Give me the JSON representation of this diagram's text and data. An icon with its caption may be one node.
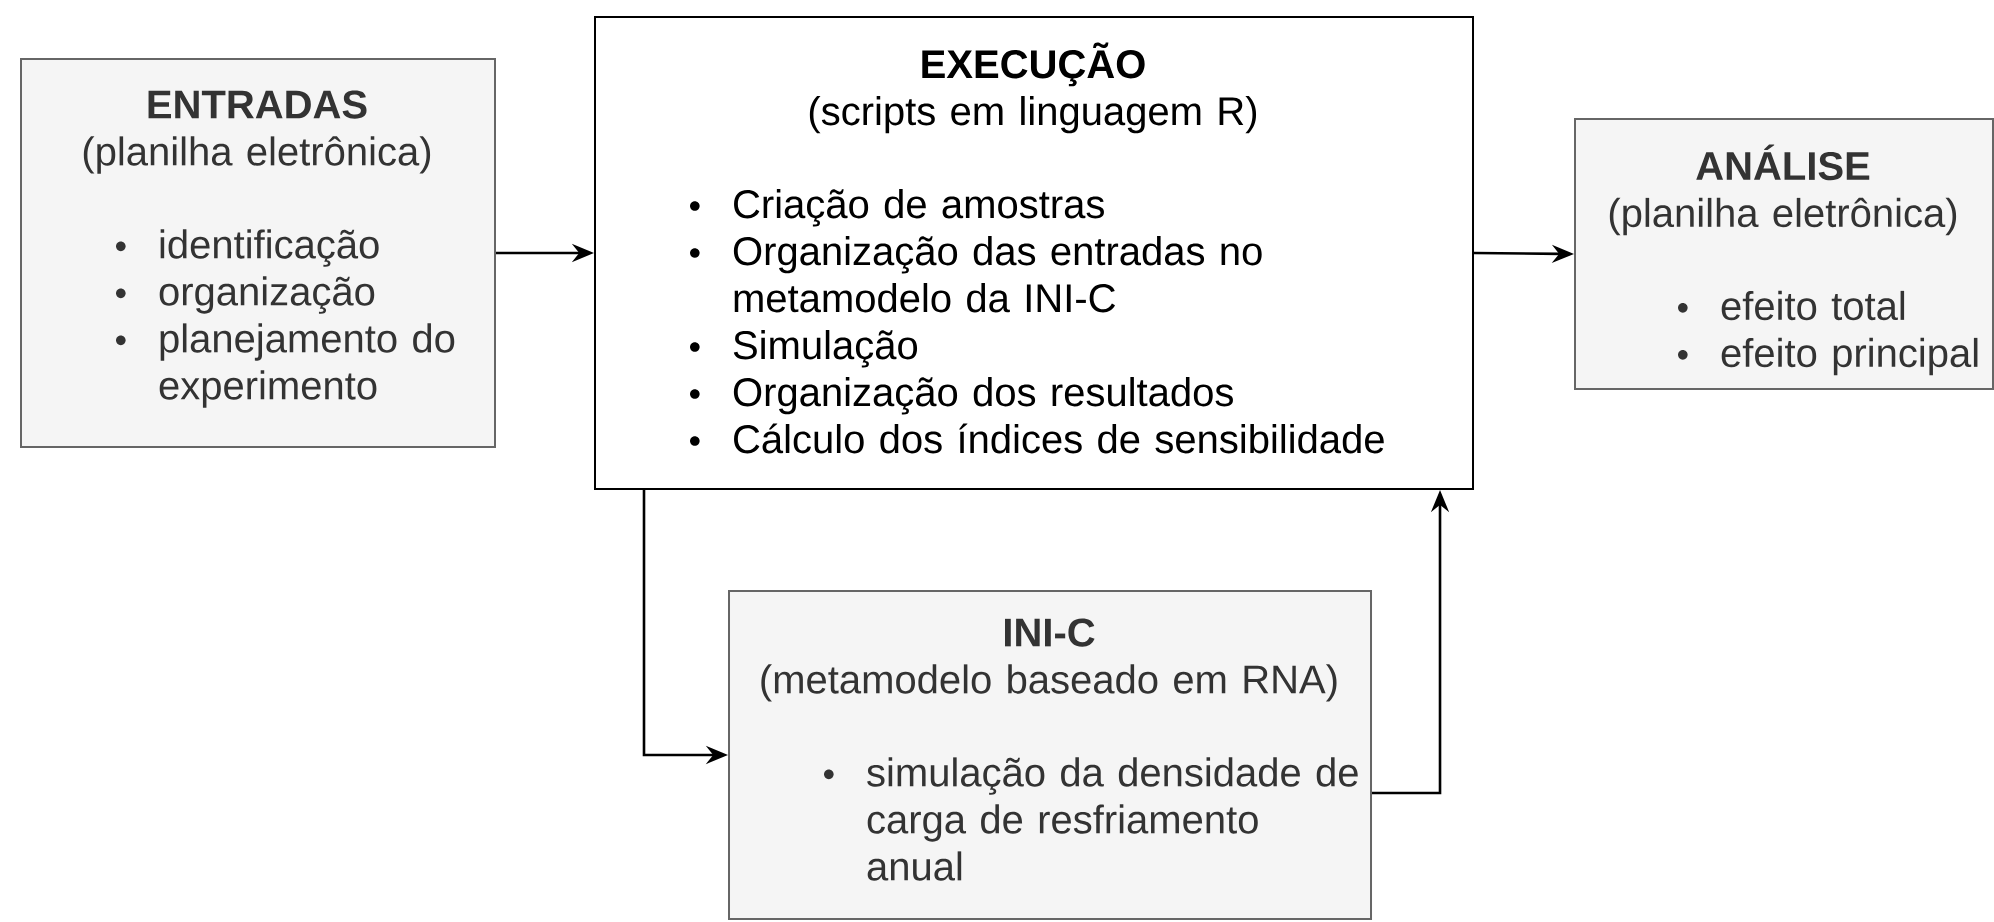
{
  "diagram": {
    "nodes": [
      {
        "text": [
          "ENTRADAS",
          "(planilha eletrônica)",
          "identificação",
          "organização",
          "planejamento do experimento"
        ]
      },
      {
        "text": [
          "EXECUÇÃO",
          "(scripts em linguagem R)",
          "Criação de amostras",
          "Organização das entradas no metamodelo da INI-C",
          "Simulação",
          "Organização dos resultados",
          "Cálculo dos índices de sensibilidade"
        ]
      },
      {
        "text": [
          "ANÁLISE",
          "(planilha eletrônica)",
          "efeito total",
          "efeito principal"
        ]
      },
      {
        "text": [
          "INI-C",
          "(metamodelo baseado em RNA)",
          "simulação da densidade de carga de resfriamento anual"
        ]
      }
    ],
    "edges": [
      {
        "from": 0,
        "to": 1,
        "arrow": "to"
      },
      {
        "from": 1,
        "to": 2,
        "arrow": "to"
      },
      {
        "from": 1,
        "to": 3,
        "arrow": "to"
      },
      {
        "from": 3,
        "to": 1,
        "arrow": "to"
      }
    ]
  }
}
